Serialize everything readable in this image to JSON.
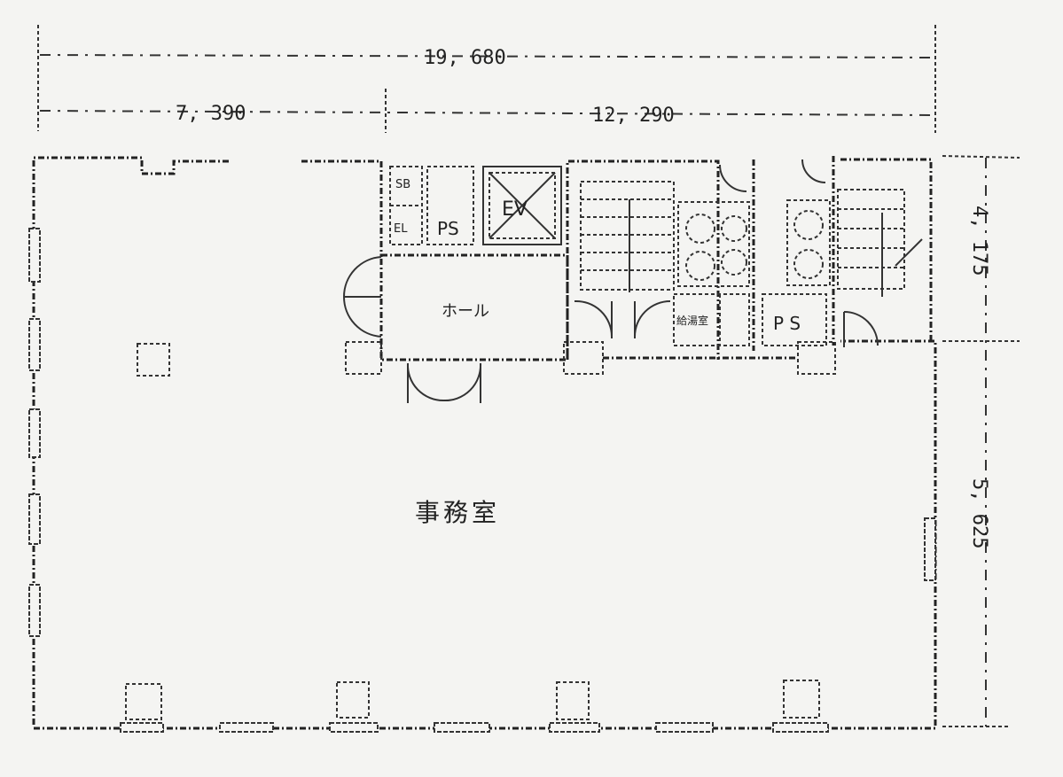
{
  "dimensions": {
    "overall_width": "19, 680",
    "left_width": "7, 390",
    "right_width": "12, 290",
    "upper_depth": "4, 175",
    "lower_depth": "5, 625"
  },
  "rooms": {
    "ev": "EV",
    "ps_left": "PS",
    "ps_right": "P S",
    "hall": "ホール",
    "office": "事務室",
    "small_1": "SB",
    "small_2": "EL",
    "small_3": "給湯室"
  },
  "colors": {
    "line": "#222222",
    "paper": "#f4f4f2"
  }
}
